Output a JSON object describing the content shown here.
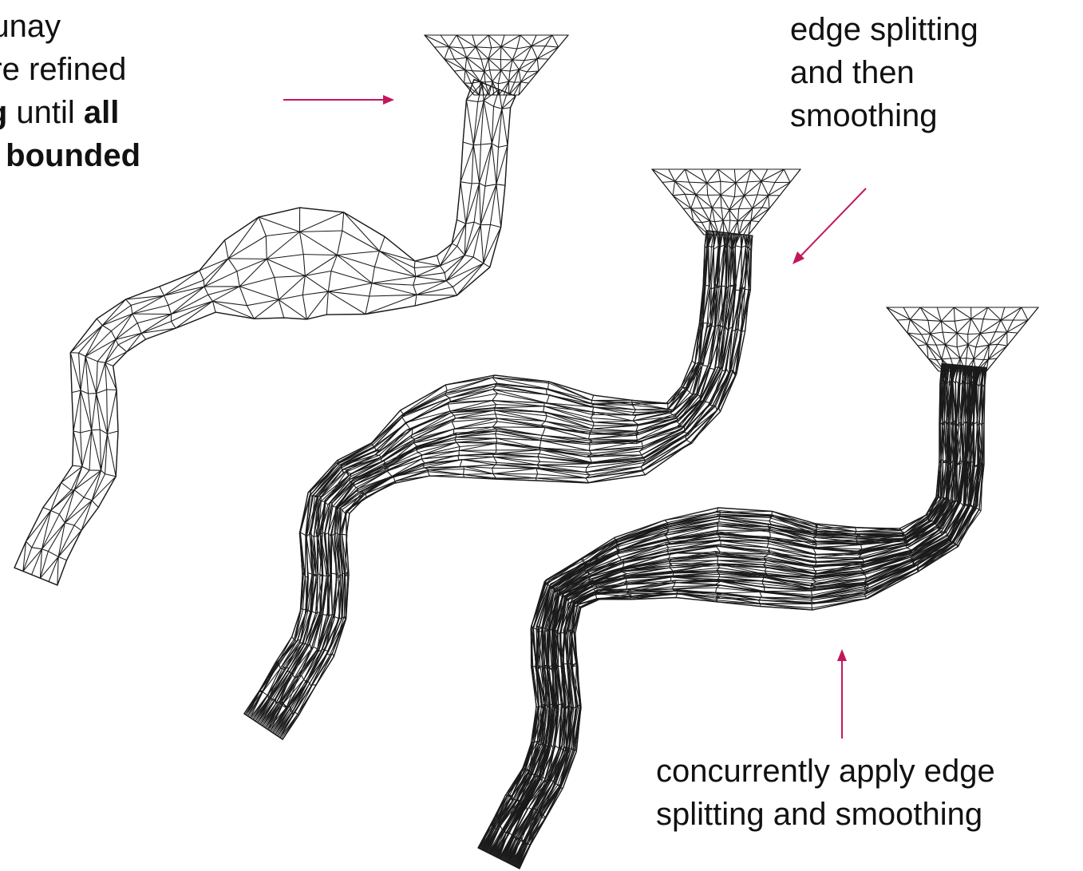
{
  "captions": {
    "left": {
      "line1": "elaunay",
      "line2_prefix": "s are refined",
      "line3_bold_a": "ting",
      "line3_mid": " until ",
      "line3_bold_b": "all",
      "line4_bold": "are bounded"
    },
    "top_right": {
      "line1": "edge splitting",
      "line2": "and then",
      "line3": "smoothing"
    },
    "bottom_right": {
      "line1": "concurrently apply edge",
      "line2": "splitting and smoothing"
    }
  },
  "colors": {
    "arrow": "#c2185b",
    "mesh": "#1a1a1a",
    "background": "#ffffff"
  },
  "meshes": [
    {
      "name": "delaunay-refined-mesh",
      "quality": "sliver triangles in bulge"
    },
    {
      "name": "split-then-smooth-mesh",
      "quality": "dense uniform"
    },
    {
      "name": "concurrent-split-smooth-mesh",
      "quality": "uniform"
    }
  ]
}
